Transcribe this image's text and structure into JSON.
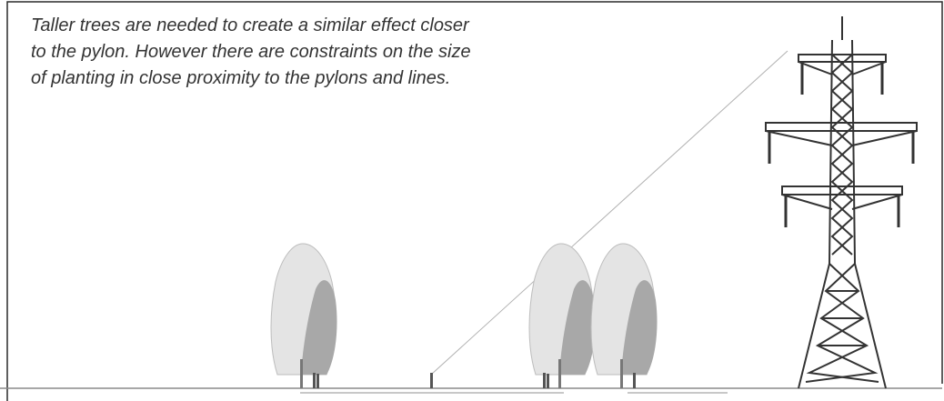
{
  "caption": {
    "lines": [
      "Taller trees are needed to create a similar effect closer",
      "to the pylon. However there are constraints on the size",
      "of planting in close proximity to the pylons and lines."
    ]
  },
  "colors": {
    "frame": "#2a2a2a",
    "ground": "#8a8a8a",
    "sightline": "#b0b0b0",
    "pylon": "#333333",
    "tree_light": "#d8d8d8",
    "tree_dark": "#a8a8a8",
    "text": "#333333"
  }
}
